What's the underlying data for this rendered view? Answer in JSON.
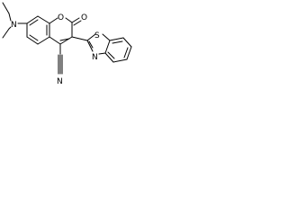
{
  "molecule": {
    "atom_labels": {
      "amine_nitrogen": "N",
      "ring_oxygen": "O",
      "carbonyl_oxygen": "O",
      "nitrile_nitrogen": "N",
      "thiazole_sulfur": "S",
      "thiazole_nitrogen": "N"
    }
  },
  "colors": {
    "ink": "#000000",
    "background": "#ffffff"
  }
}
